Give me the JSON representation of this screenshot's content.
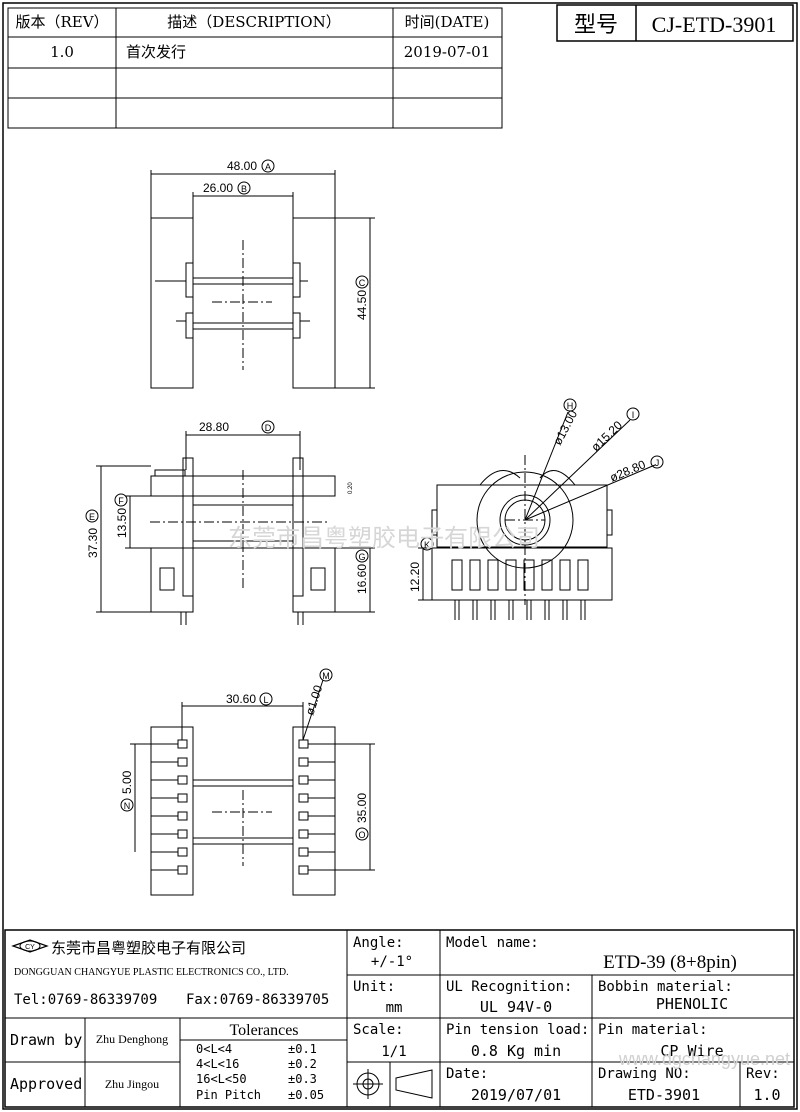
{
  "revision_table": {
    "headers": {
      "rev": "版本（REV）",
      "desc": "描述（DESCRIPTION）",
      "date": "时间(DATE)"
    },
    "rows": [
      {
        "rev": "1.0",
        "desc": "首次发行",
        "date": "2019-07-01"
      }
    ]
  },
  "model_box": {
    "label": "型号",
    "value": "CJ-ETD-3901"
  },
  "dimensions": {
    "a": "48.00",
    "b": "26.00",
    "c": "44.50",
    "d": "28.80",
    "f": "13.50",
    "e": "37.30",
    "g": "16.60",
    "k": "12.20",
    "h": "ø13.00",
    "i": "ø15.20",
    "j": "ø28.80",
    "l": "30.60",
    "m": "ø1.00",
    "n": "5.00",
    "o": "35.00",
    "small": "0.20",
    "circle_letters": {
      "a": "A",
      "b": "B",
      "c": "C",
      "d": "D",
      "e": "E",
      "f": "F",
      "g": "G",
      "h": "H",
      "i": "I",
      "j": "J",
      "k": "K",
      "l": "L",
      "m": "M",
      "n": "N",
      "o": "O"
    }
  },
  "watermark": "东莞市昌粤塑胶电子有限公司",
  "title_block": {
    "company_cn": "东莞市昌粤塑胶电子有限公司",
    "company_en": "DONGGUAN CHANGYUE PLASTIC ELECTRONICS CO., LTD.",
    "tel": "Tel:0769-86339709",
    "fax": "Fax:0769-86339705",
    "angle_label": "Angle:",
    "angle_value": "+/-1°",
    "unit_label": "Unit:",
    "unit_value": "mm",
    "scale_label": "Scale:",
    "scale_value": "1/1",
    "model_label": "Model name:",
    "model_value": "ETD-39 (8+8pin)",
    "ul_label": "UL Recognition:",
    "ul_value": "UL 94V-0",
    "bobbin_label": "Bobbin material:",
    "bobbin_value": "PHENOLIC",
    "pin_tension_label": "Pin tension load:",
    "pin_tension_value": "0.8 Kg min",
    "pin_material_label": "Pin material:",
    "pin_material_value": "CP Wire",
    "date_label": "Date:",
    "date_value": "2019/07/01",
    "drawing_label": "Drawing NO:",
    "drawing_value": "ETD-3901",
    "rev_label": "Rev:",
    "rev_value": "1.0",
    "drawn_label": "Drawn by",
    "drawn_value": "Zhu Denghong",
    "approved_label": "Approved",
    "approved_value": "Zhu  Jingou",
    "tolerances_label": "Tolerances",
    "tolerances": [
      {
        "range": "0<L<4",
        "value": "±0.1"
      },
      {
        "range": "4<L<16",
        "value": "±0.2"
      },
      {
        "range": "16<L<50",
        "value": "±0.3"
      },
      {
        "range": "Pin Pitch",
        "value": "±0.05"
      }
    ],
    "logo_text": "CY",
    "site_watermark": "www.dgchangyue.net"
  }
}
